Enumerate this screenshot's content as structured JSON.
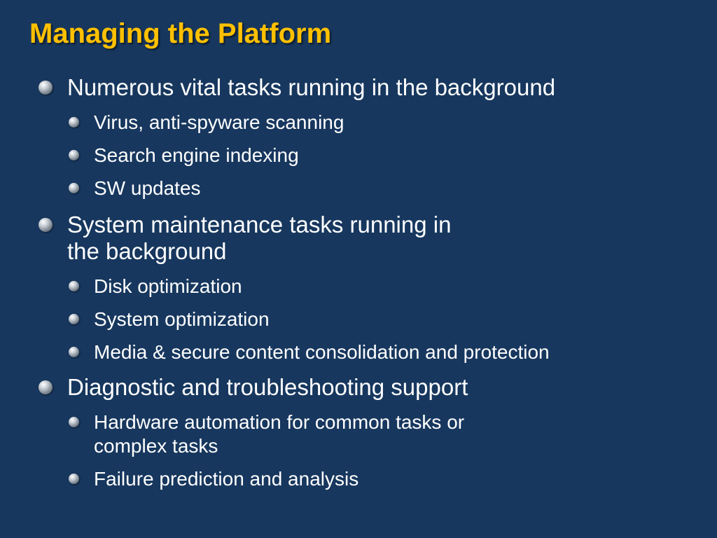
{
  "slide": {
    "title": "Managing the Platform",
    "bullets": [
      {
        "text": "Numerous vital tasks running in the background",
        "sub": [
          "Virus, anti-spyware scanning",
          "Search engine indexing",
          "SW updates"
        ]
      },
      {
        "text": "System maintenance tasks running in\nthe background",
        "sub": [
          "Disk optimization",
          "System optimization",
          "Media & secure content consolidation and protection"
        ]
      },
      {
        "text": "Diagnostic and troubleshooting support",
        "sub": [
          "Hardware automation for common tasks or\ncomplex tasks",
          "Failure prediction and analysis"
        ]
      }
    ]
  },
  "colors": {
    "background": "#17375e",
    "title": "#ffc000",
    "text": "#ffffff"
  },
  "icons": {
    "bullet": "sphere-bullet-icon"
  }
}
